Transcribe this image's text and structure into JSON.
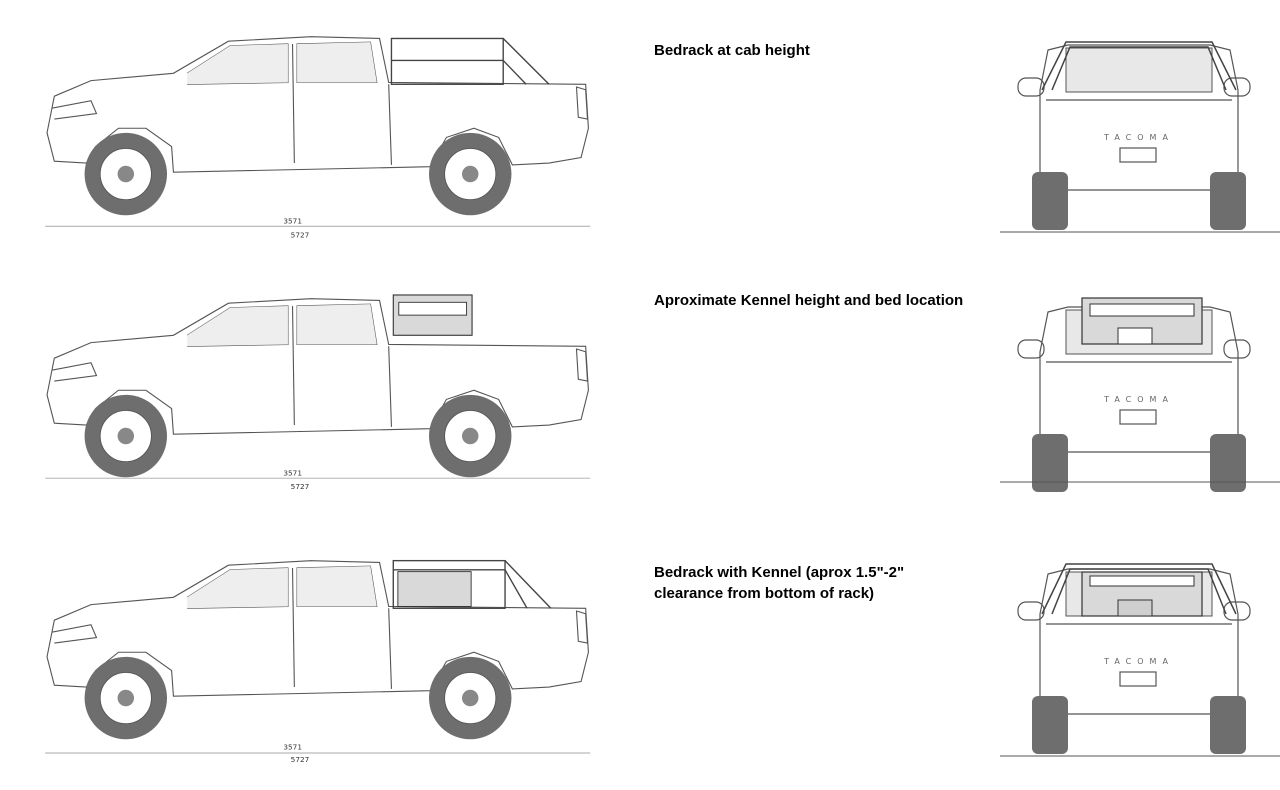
{
  "panels": [
    {
      "caption_lines": [
        "Bedrack at cab height"
      ],
      "dim_wheelbase": "3571",
      "dim_length": "5727",
      "config": "rack"
    },
    {
      "caption_lines": [
        "Aproximate Kennel height and bed location"
      ],
      "dim_wheelbase": "3571",
      "dim_length": "5727",
      "config": "kennel"
    },
    {
      "caption_lines": [
        "Bedrack with Kennel (aprox 1.5\"-2\"",
        "clearance from bottom of rack)"
      ],
      "dim_wheelbase": "3571",
      "dim_length": "5727",
      "config": "rack-kennel"
    }
  ],
  "rear_badge": "TACOMA",
  "colors": {
    "line": "#555555",
    "tire": "#707070",
    "glass": "#e6e6e6",
    "kennel_fill": "#d9d9d9",
    "rack": "#4a4a4a"
  }
}
